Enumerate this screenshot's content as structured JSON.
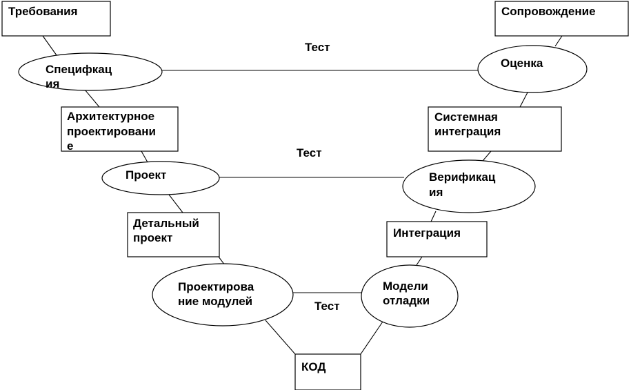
{
  "colors": {
    "stroke": "#000000",
    "fill": "#ffffff",
    "text": "#000000"
  },
  "left_branch": {
    "requirements": {
      "lines": [
        "Требования"
      ]
    },
    "specification": {
      "lines": [
        "Специфкац",
        "ия"
      ]
    },
    "architecture": {
      "lines": [
        "Архитектурное",
        "проектировани",
        "е"
      ]
    },
    "project": {
      "lines": [
        "Проект"
      ]
    },
    "detailed_project": {
      "lines": [
        "Детальный",
        "проект"
      ]
    },
    "module_design": {
      "lines": [
        "Проектирова",
        "ние модулей"
      ]
    }
  },
  "bottom": {
    "code": {
      "lines": [
        "КОД"
      ]
    }
  },
  "right_branch": {
    "maintenance": {
      "lines": [
        "Сопровождение"
      ]
    },
    "evaluation": {
      "lines": [
        "Оценка"
      ]
    },
    "system_integration": {
      "lines": [
        "Системная",
        "интеграция"
      ]
    },
    "verification": {
      "lines": [
        "Верификац",
        "ия"
      ]
    },
    "integration": {
      "lines": [
        "Интеграция"
      ]
    },
    "debug_models": {
      "lines": [
        "Модели",
        "отладки"
      ]
    }
  },
  "test_labels": {
    "top": "Тест",
    "middle": "Тест",
    "bottom": "Тест"
  }
}
